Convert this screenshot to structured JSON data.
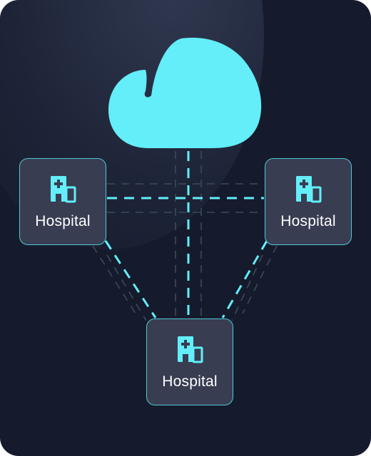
{
  "diagram": {
    "accent_color": "#63eef9",
    "background_color": "#151b2c",
    "node_fill": "#383d52",
    "node_border": "#4fc9d6",
    "cloud": {
      "icon": "cloud-icon"
    },
    "nodes": [
      {
        "id": "left",
        "label": "Hospital",
        "icon": "hospital-icon"
      },
      {
        "id": "right",
        "label": "Hospital",
        "icon": "hospital-icon"
      },
      {
        "id": "bottom",
        "label": "Hospital",
        "icon": "hospital-icon"
      }
    ]
  }
}
